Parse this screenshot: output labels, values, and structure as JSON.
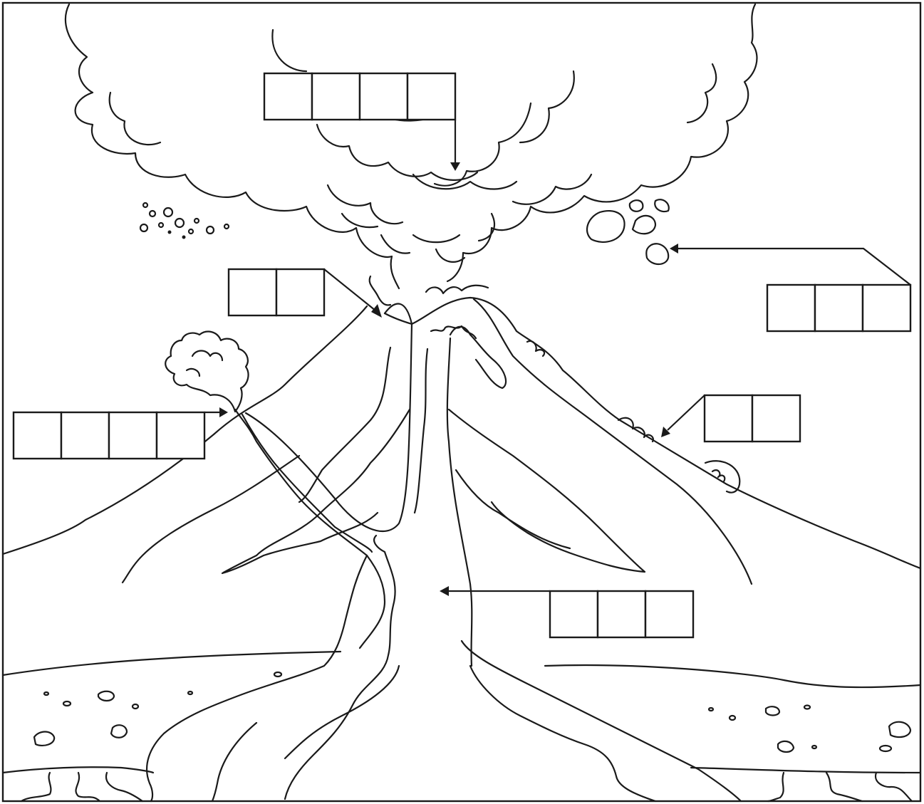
{
  "diagram": {
    "subject": "volcano-eruption-labeling-worksheet",
    "labels": [
      {
        "id": "ash-cloud",
        "cells": 4,
        "text": ""
      },
      {
        "id": "volcanic-bombs",
        "cells": 3,
        "text": ""
      },
      {
        "id": "crater",
        "cells": 2,
        "text": ""
      },
      {
        "id": "side-vent",
        "cells": 4,
        "text": ""
      },
      {
        "id": "lava",
        "cells": 2,
        "text": ""
      },
      {
        "id": "main-vent",
        "cells": 3,
        "text": ""
      }
    ],
    "colors": {
      "ink": "#1a1a1a",
      "paper": "#ffffff"
    }
  }
}
